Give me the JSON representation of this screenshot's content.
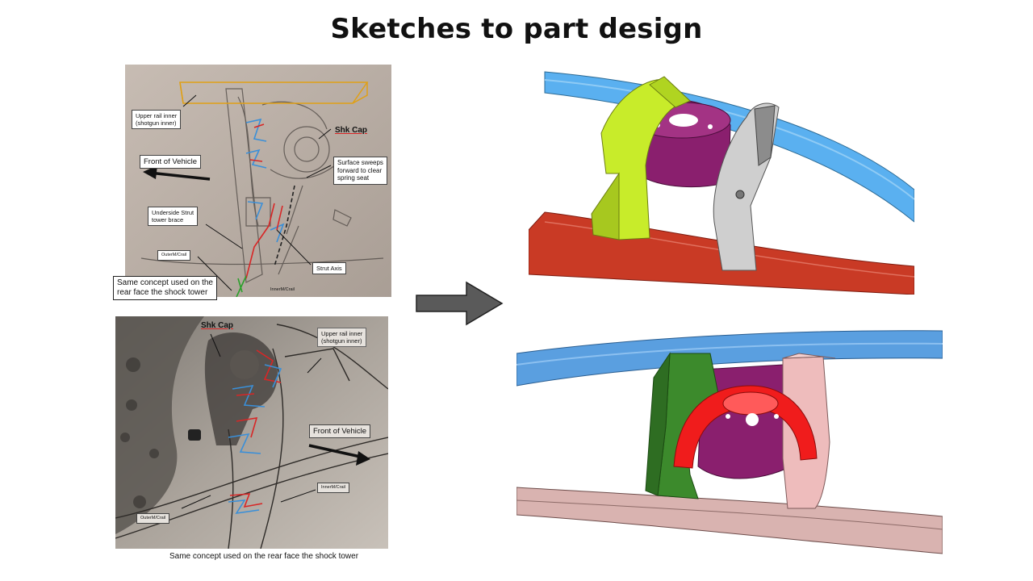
{
  "title": "Sketches to part design",
  "sketch_top": {
    "labels": {
      "upper_rail": "Upper rail inner\n(shotgun inner)",
      "shk_cap": "Shk Cap",
      "front_vehicle": "Front of Vehicle",
      "surface_sweeps": "Surface sweeps\nforward to clear\nspring seat",
      "underside_brace": "Underside Strut\ntower brace",
      "outer_rail": "OuterM/Crail",
      "strut_axis": "Strut Axis",
      "same_concept": "Same concept used on the\nrear face the shock tower",
      "inner_rail": "InnerM/Crail"
    }
  },
  "sketch_bottom": {
    "labels": {
      "shk_cap": "Shk Cap",
      "upper_rail": "Upper rail inner\n(shotgun inner)",
      "front_vehicle": "Front of Vehicle",
      "inner_rail": "InnerM/Crail",
      "outer_rail": "OuterM/Crail"
    },
    "caption": "Same concept used on the rear face the shock tower"
  },
  "colors": {
    "arrow": "#5a5a5a",
    "blue_rail": "#5ab0f0",
    "red_rail": "#c93a25",
    "purple_cap": "#8a1f6e",
    "yellow_green": "#c8ec2a",
    "gray_part": "#8c8c8c",
    "green_part": "#3c8a2c",
    "pink_part": "#eebcbc",
    "red_brace": "#f01c1c"
  }
}
